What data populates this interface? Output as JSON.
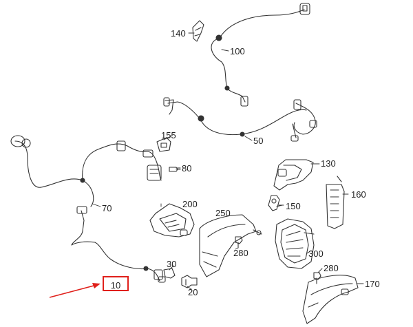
{
  "diagram": {
    "highlight_color": "#e0201b",
    "line_color": "#333333",
    "part_numbers": {
      "p140": "140",
      "p100": "100",
      "p155": "155",
      "p50": "50",
      "p80": "80",
      "p130": "130",
      "p200": "200",
      "p250": "250",
      "p150": "150",
      "p160": "160",
      "p70": "70",
      "p280a": "280",
      "p300": "300",
      "p30": "30",
      "p280b": "280",
      "p170": "170",
      "p20": "20",
      "p10": "10"
    },
    "highlighted_part": "10"
  }
}
